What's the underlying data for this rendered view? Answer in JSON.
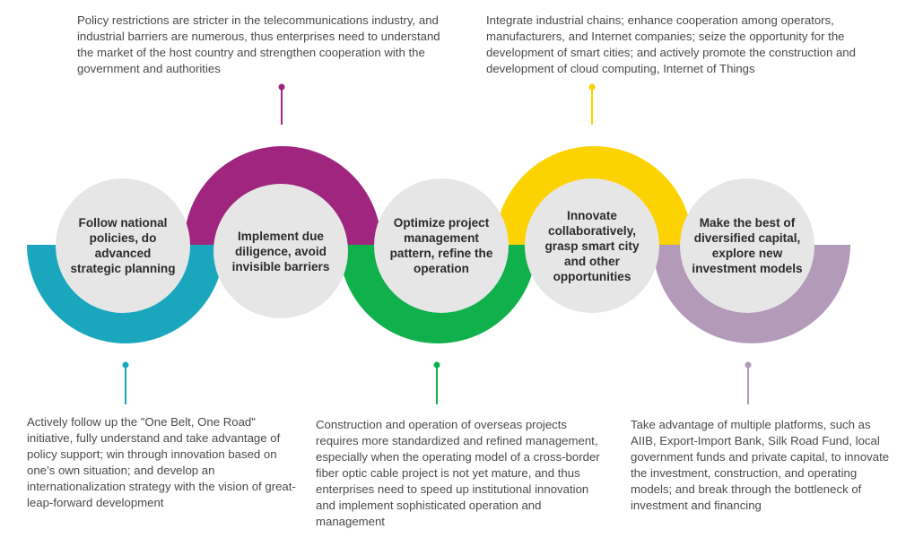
{
  "colors": {
    "teal": "#1aa7bd",
    "purple": "#a0257f",
    "green": "#10b04c",
    "yellow": "#fcd200",
    "lilac": "#b39ab9",
    "circle": "#e6e6e6",
    "text": "#4a4a4a"
  },
  "steps": [
    {
      "title": "Follow national policies, do advanced strategic planning",
      "description": "Actively follow up the \"One Belt, One Road\" initiative, fully understand and take advantage of policy support; win through innovation based on one’s own situation; and develop an internationalization strategy with the vision of great-leap-forward development",
      "color": "#1aa7bd"
    },
    {
      "title": "Implement due diligence, avoid invisible barriers",
      "description": "Policy restrictions are stricter in the telecommunications industry, and industrial barriers are numerous, thus enterprises need to understand the market of the host country and strengthen cooperation with the government and authorities",
      "color": "#a0257f"
    },
    {
      "title": "Optimize project management pattern, refine the operation",
      "description": "Construction and operation of overseas projects requires more standardized and refined management, especially when the operating model of a cross-border fiber optic cable project is not yet mature, and thus enterprises need to speed up institutional innovation and implement sophisticated operation and management",
      "color": "#10b04c"
    },
    {
      "title": "Innovate collaboratively, grasp smart city and other opportunities",
      "description": "Integrate industrial chains; enhance cooperation among operators, manufacturers, and Internet companies; seize the opportunity for the development of smart cities; and actively promote the construction and development of cloud computing, Internet of Things",
      "color": "#fcd200"
    },
    {
      "title": "Make the best of diversified capital, explore new investment models",
      "description": "Take advantage of multiple platforms, such as AIIB, Export-Import Bank, Silk Road Fund, local government funds and private capital, to innovate the investment, construction, and operating models; and break through the bottleneck of investment and financing",
      "color": "#b39ab9"
    }
  ]
}
